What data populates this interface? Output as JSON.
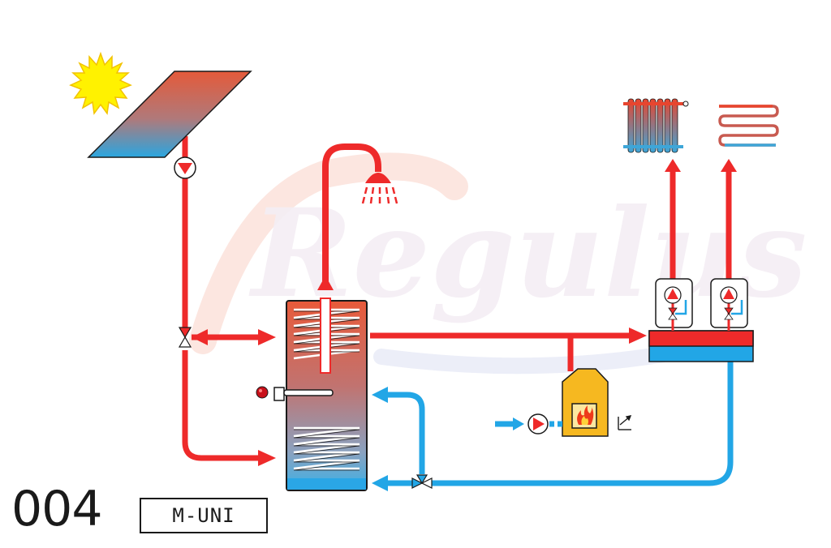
{
  "diagram": {
    "watermark": "Regulus",
    "code": "004",
    "model": "M-UNI"
  },
  "colors": {
    "hot": "#ee2a2a",
    "cold": "#22a6e6",
    "boiler": "#f6b820",
    "sun": "#fff200",
    "outline": "#1a1a1a",
    "watermark_red": "#fbe3de",
    "watermark_blue": "#e8eaf6"
  },
  "icons": [
    "sun-icon",
    "solar-collector",
    "solar-pump-icon",
    "shower-icon",
    "storage-tank",
    "electric-heater-icon",
    "three-way-valve-icon",
    "wood-boiler-icon",
    "boiler-pump-icon",
    "pump-group-icon",
    "distribution-manifold",
    "radiator-icon",
    "floor-heating-icon"
  ]
}
